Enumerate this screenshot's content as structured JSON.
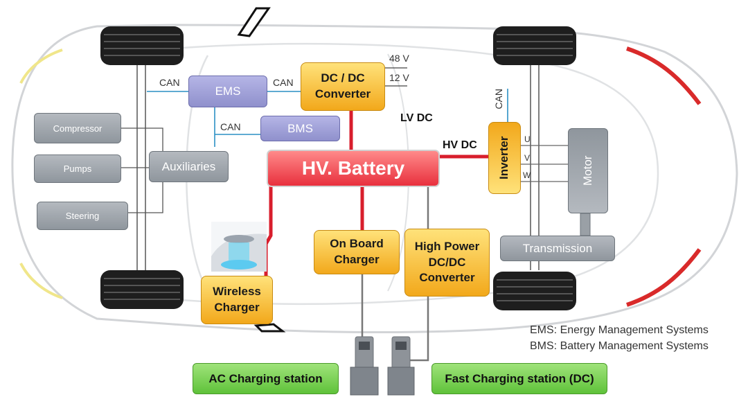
{
  "components": {
    "compressor": "Compressor",
    "pumps": "Pumps",
    "steering": "Steering",
    "auxiliaries": "Auxiliaries",
    "ems": "EMS",
    "bms": "BMS",
    "dcdc": "DC / DC\nConverter",
    "battery": "HV. Battery",
    "inverter": "Inverter",
    "motor": "Motor",
    "transmission": "Transmission",
    "wireless_charger": "Wireless\nCharger",
    "onboard_charger": "On Board\nCharger",
    "hp_dcdc": "High Power\nDC/DC\nConverter",
    "ac_station": "AC Charging station",
    "fast_station": "Fast Charging station (DC)"
  },
  "labels": {
    "can_ems_left": "CAN",
    "can_ems_right": "CAN",
    "can_bms": "CAN",
    "can_inverter": "CAN",
    "v48": "48 V",
    "v12": "12 V",
    "lv_dc": "LV DC",
    "hv_dc": "HV DC",
    "phase_u": "U",
    "phase_v": "V",
    "phase_w": "W"
  },
  "legend": {
    "ems": "EMS: Energy Management Systems",
    "bms": "BMS: Battery Management Systems"
  },
  "colors": {
    "hv_line": "#d81e2c",
    "can_line": "#2a8fc4",
    "aux_line": "#555555",
    "orange_box": "#f5b326",
    "battery": "#e8303d",
    "station": "#8e9399"
  }
}
